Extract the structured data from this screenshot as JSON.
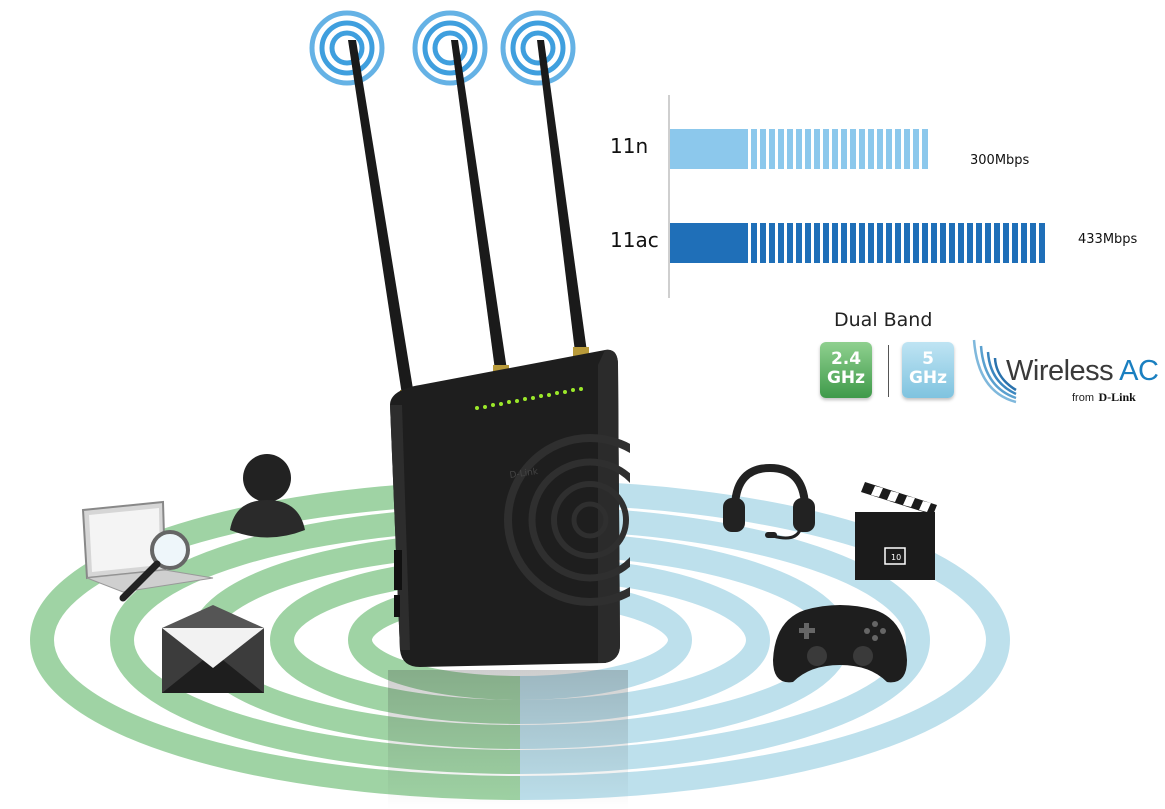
{
  "chart_data": {
    "type": "bar",
    "orientation": "horizontal",
    "categories": [
      "11n",
      "11ac"
    ],
    "values": [
      300,
      433
    ],
    "value_labels": [
      "300Mbps",
      "433Mbps"
    ],
    "units": "Mbps",
    "xlim": [
      0,
      433
    ],
    "grid": false,
    "colors": [
      "#8cc8ec",
      "#1f6fb8"
    ]
  },
  "band_badge": {
    "title": "Dual Band",
    "band_24": {
      "num": "2.4",
      "unit": "GHz",
      "color": "#4fa557"
    },
    "band_5": {
      "num": "5",
      "unit": "GHz",
      "color": "#8ccbe3"
    }
  },
  "logo": {
    "word": "Wireless",
    "ac": "AC",
    "from": "from",
    "brand": "D-Link"
  },
  "router": {
    "brand_text": "D-Link"
  },
  "scene": {
    "left_ring_color": "#9fd3a4",
    "right_ring_color": "#bde0ec",
    "left_icons": [
      "laptop-icon",
      "magnifier-icon",
      "user-icon",
      "envelope-icon"
    ],
    "right_icons": [
      "headset-icon",
      "clapperboard-icon",
      "gamepad-icon"
    ],
    "clapper_number": "10"
  }
}
